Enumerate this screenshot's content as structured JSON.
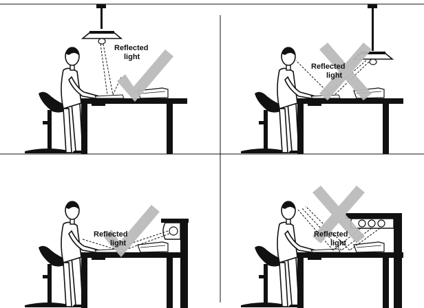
{
  "panels": [
    {
      "id": "top-left",
      "label_line1": "Reflected",
      "label_line2": "light",
      "verdict": "correct",
      "light_source": "ceiling lamp above worker"
    },
    {
      "id": "top-right",
      "label_line1": "Reflected",
      "label_line2": "light",
      "verdict": "incorrect",
      "light_source": "ceiling lamp in front of worker"
    },
    {
      "id": "bottom-left",
      "label_line1": "Reflected",
      "label_line2": "light",
      "verdict": "correct",
      "light_source": "side lamp on shelf"
    },
    {
      "id": "bottom-right",
      "label_line1": "Reflected",
      "label_line2": "light",
      "verdict": "incorrect",
      "light_source": "overhead shelf lights"
    }
  ],
  "colors": {
    "ink": "#111111",
    "mark": "#bbbbbb",
    "background": "#ffffff"
  }
}
